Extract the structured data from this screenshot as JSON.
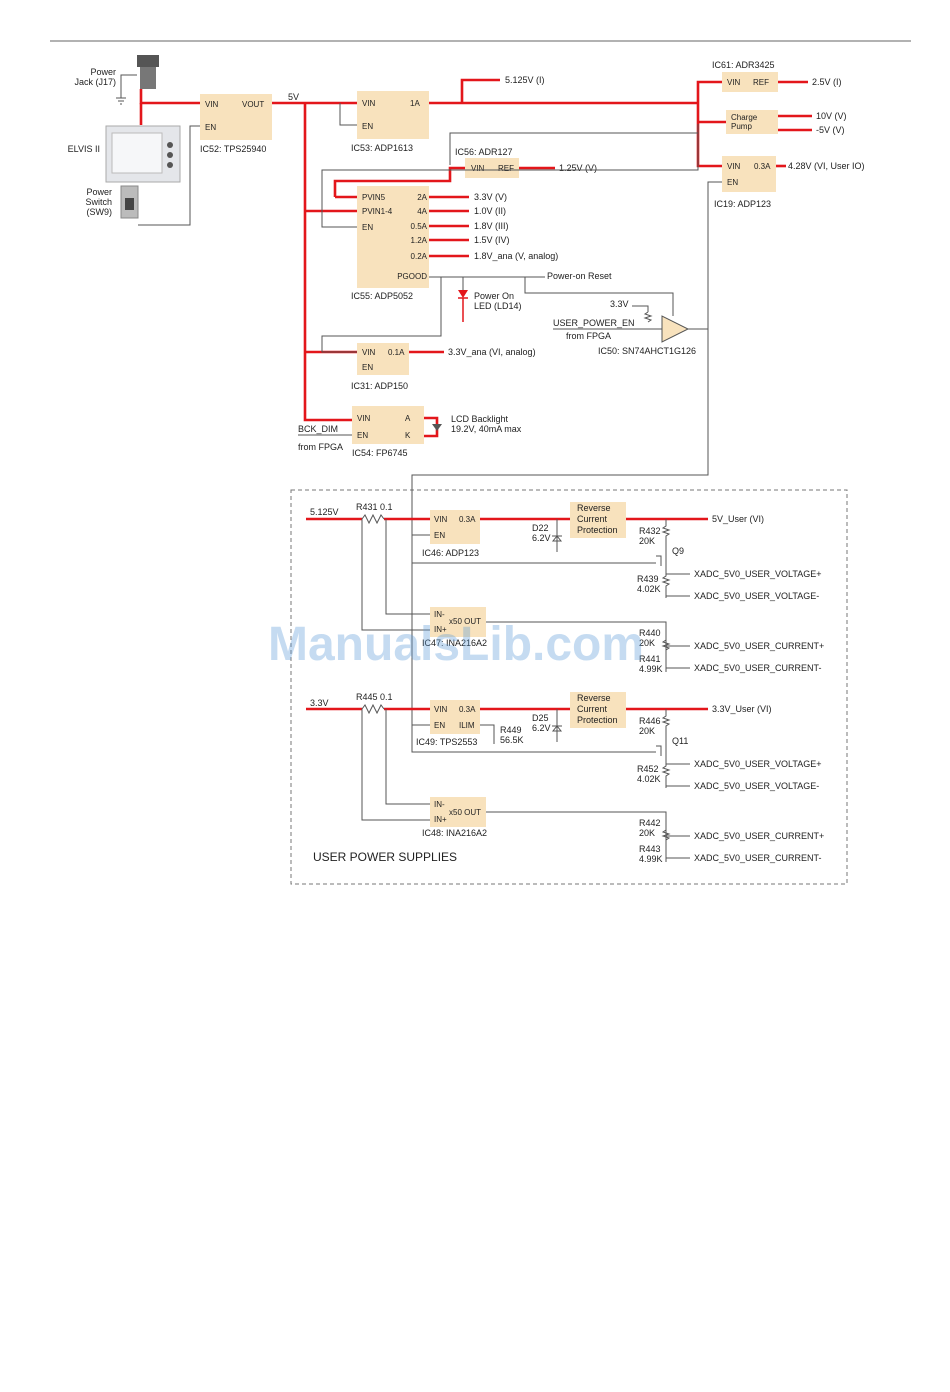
{
  "labels": {
    "power_jack": "Power",
    "power_jack2": "Jack (J17)",
    "elvis": "ELVIS II",
    "power_switch": "Power",
    "power_switch2": "Switch",
    "power_switch3": "(SW9)",
    "net_5v": "5V",
    "net_5125": "5.125V (I)",
    "net_25": "2.5V (I)",
    "net_10": "10V (V)",
    "net_m5": "-5V (V)",
    "net_428": "4.28V (VI, User IO)",
    "net_125": "1.25V (V)",
    "net_33v": "3.3V (V)",
    "net_10v": "1.0V (II)",
    "net_18v": "1.8V (III)",
    "net_15v": "1.5V (IV)",
    "net_18ana": "1.8V_ana (V, analog)",
    "power_on_reset": "Power-on Reset",
    "power_led": "Power On",
    "power_led2": "LED (LD14)",
    "v33": "3.3V",
    "user_power_en": "USER_POWER_EN",
    "from_fpga": "from FPGA",
    "net_33ana": "3.3V_ana (VI, analog)",
    "bck_dim": "BCK_DIM",
    "from_fpga2": "from FPGA",
    "lcd": "LCD Backlight",
    "lcd2": "19.2V, 40mA max",
    "in_5125": "5.125V",
    "r431": "R431 0.1",
    "d22": "D22",
    "d22v": "6.2V",
    "rcp1": "Reverse",
    "rcp2": "Current",
    "rcp3": "Protection",
    "r432": "R432",
    "r432v": "20K",
    "out_5v": "5V_User (VI)",
    "q9": "Q9",
    "r439": "R439",
    "r439v": "4.02K",
    "xv1p": "XADC_5V0_USER_VOLTAGE+",
    "xv1m": "XADC_5V0_USER_VOLTAGE-",
    "r440": "R440",
    "r440v": "20K",
    "r441": "R441",
    "r441v": "4.99K",
    "xc1p": "XADC_5V0_USER_CURRENT+",
    "xc1m": "XADC_5V0_USER_CURRENT-",
    "in_33": "3.3V",
    "r445": "R445 0.1",
    "r449": "R449",
    "r449v": "56.5K",
    "d25": "D25",
    "d25v": "6.2V",
    "out_33": "3.3V_User (VI)",
    "r446": "R446",
    "r446v": "20K",
    "q11": "Q11",
    "r452": "R452",
    "r452v": "4.02K",
    "xv2p": "XADC_5V0_USER_VOLTAGE+",
    "xv2m": "XADC_5V0_USER_VOLTAGE-",
    "r442": "R442",
    "r442v": "20K",
    "r443": "R443",
    "r443v": "4.99K",
    "xc2p": "XADC_5V0_USER_CURRENT+",
    "xc2m": "XADC_5V0_USER_CURRENT-",
    "section": "USER POWER SUPPLIES",
    "watermark": "ManualsLib.com"
  },
  "chips": {
    "ic52": {
      "name": "IC52: TPS25940",
      "p1": "VIN",
      "p2": "VOUT",
      "p3": "EN"
    },
    "ic53": {
      "name": "IC53: ADP1613",
      "p1": "VIN",
      "p2": "1A",
      "p3": "EN"
    },
    "ic61": {
      "name": "IC61: ADR3425",
      "p1": "VIN",
      "p2": "REF"
    },
    "charge_pump": {
      "l1": "Charge",
      "l2": "Pump"
    },
    "ic19": {
      "name": "IC19: ADP123",
      "p1": "VIN",
      "p2": "0.3A",
      "p3": "EN"
    },
    "ic56": {
      "name": "IC56: ADR127",
      "p1": "VIN",
      "p2": "REF"
    },
    "ic55": {
      "name": "IC55: ADP5052",
      "p1": "PVIN5",
      "p2": "PVIN1-4",
      "p3": "EN",
      "o1": "2A",
      "o2": "4A",
      "o3": "0.5A",
      "o4": "1.2A",
      "o5": "0.2A",
      "o6": "PGOOD"
    },
    "ic50": {
      "name": "IC50: SN74AHCT1G126"
    },
    "ic31": {
      "name": "IC31: ADP150",
      "p1": "VIN",
      "p2": "0.1A",
      "p3": "EN"
    },
    "ic54": {
      "name": "IC54: FP6745",
      "p1": "VIN",
      "p2": "A",
      "p3": "EN",
      "p4": "K"
    },
    "ic46": {
      "name": "IC46: ADP123",
      "p1": "VIN",
      "p2": "0.3A",
      "p3": "EN"
    },
    "ic47": {
      "name": "IC47: INA216A2",
      "p1": "IN-",
      "p2": "IN+",
      "p3": "x50 OUT"
    },
    "ic49": {
      "name": "IC49: TPS2553",
      "p1": "VIN",
      "p2": "0.3A",
      "p3": "EN",
      "p4": "ILIM"
    },
    "ic48": {
      "name": "IC48: INA216A2",
      "p1": "IN-",
      "p2": "IN+",
      "p3": "x50 OUT"
    }
  },
  "colors": {
    "power_rail": "#e3161b",
    "ic_fill": "#f8e2bd",
    "wire": "#555555"
  }
}
